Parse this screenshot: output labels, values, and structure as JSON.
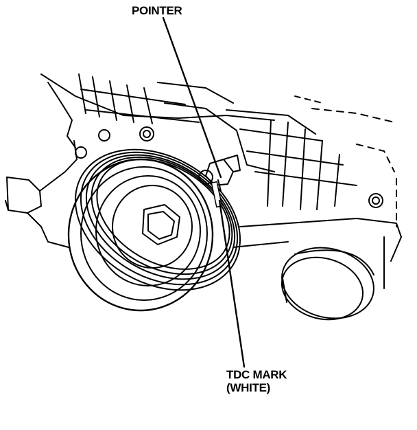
{
  "labels": {
    "pointer": "POINTER",
    "tdc_line1": "TDC MARK",
    "tdc_line2": "(WHITE)"
  },
  "colors": {
    "ink": "#000000",
    "paper": "#ffffff"
  }
}
